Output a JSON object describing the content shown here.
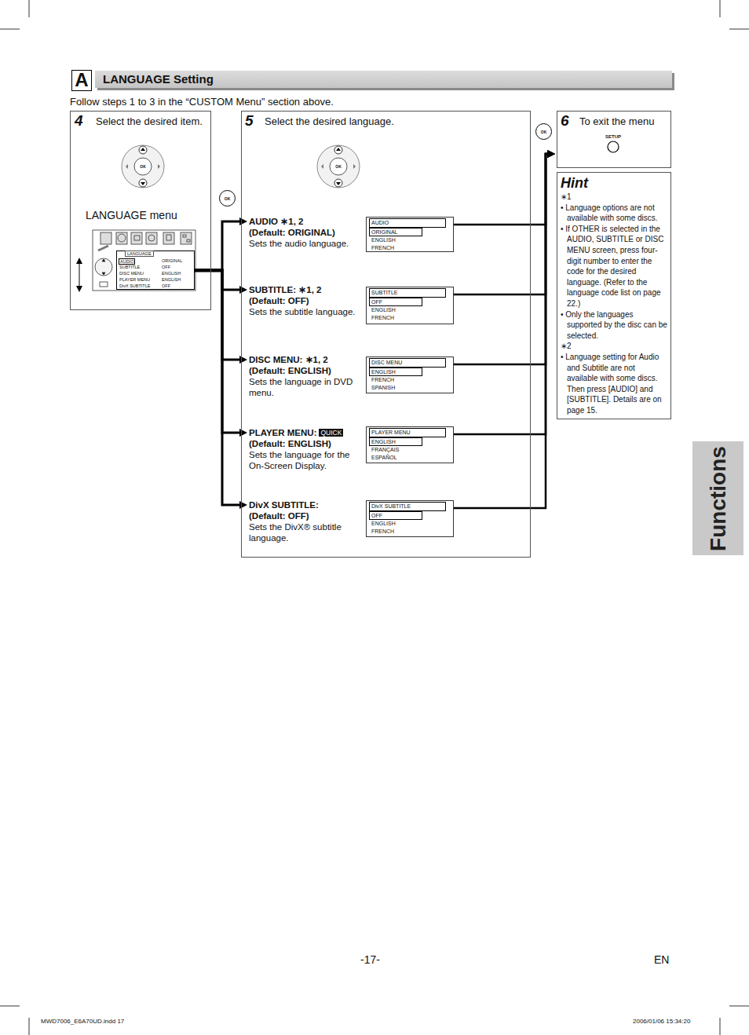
{
  "diagram": {
    "nodes": [
      {
        "text": [
          "A"
        ]
      },
      {
        "text": [
          "LANGUAGE Setting"
        ]
      },
      {
        "text": [
          "4",
          "Select the desired item.",
          "LANGUAGE menu"
        ]
      },
      {
        "text": [
          "LANGUAGE",
          "AUDIO",
          "ORIGINAL",
          "SUBTITLE",
          "OFF",
          "DISC MENU",
          "ENGLISH",
          "PLAYER MENU",
          "ENGLISH",
          "DivX SUBTITLE",
          "OFF"
        ],
        "in": 2
      },
      {
        "text": [
          "OK"
        ]
      },
      {
        "text": [
          "5",
          "Select the desired language."
        ]
      },
      {
        "text": [
          "AUDIO ∗1, 2",
          "(Default: ORIGINAL)",
          "Sets the audio language."
        ],
        "in": 5
      },
      {
        "text": [
          "AUDIO",
          "ORIGINAL",
          "ENGLISH",
          "FRENCH"
        ],
        "in": 5
      },
      {
        "text": [
          "SUBTITLE: ∗1, 2",
          "(Default: OFF)",
          "Sets the subtitle language."
        ],
        "in": 5
      },
      {
        "text": [
          "SUBTITLE",
          "OFF",
          "ENGLISH",
          "FRENCH"
        ],
        "in": 5
      },
      {
        "text": [
          "DISC MENU: ∗1, 2",
          "(Default: ENGLISH)",
          "Sets the language in DVD menu."
        ],
        "in": 5
      },
      {
        "text": [
          "DISC MENU",
          "ENGLISH",
          "FRENCH",
          "SPANISH"
        ],
        "in": 5
      },
      {
        "text": [
          "PLAYER MENU:",
          "QUICK",
          "(Default: ENGLISH)",
          "Sets the language for the On-Screen Display."
        ],
        "in": 5
      },
      {
        "text": [
          "PLAYER MENU",
          "ENGLISH",
          "FRANÇAIS",
          "ESPAÑOL"
        ],
        "in": 5
      },
      {
        "text": [
          "DivX SUBTITLE:",
          "(Default: OFF)",
          "Sets the DivX® subtitle language."
        ],
        "in": 5
      },
      {
        "text": [
          "DivX SUBTITLE",
          "OFF",
          "ENGLISH",
          "FRENCH"
        ],
        "in": 5
      },
      {
        "text": [
          "OK"
        ]
      },
      {
        "text": [
          "6",
          "To exit the menu"
        ]
      },
      {
        "text": [
          "Hint",
          "∗1",
          "• Language options are not available with some discs.",
          "• If OTHER is selected in the AUDIO, SUBTITLE or DISC MENU screen, press four-digit number to enter the code for the desired language. (Refer to the language code list on page 22.)",
          "• Only the languages supported by the disc can be selected.",
          "∗2",
          "• Language setting for Audio and Subtitle are not available with some discs. Then press [AUDIO] and [SUBTITLE]. Details are on page 15."
        ]
      },
      {
        "text": [
          "Functions"
        ]
      }
    ],
    "edges": [
      {
        "from": 3,
        "to": 6,
        "arrow": "to"
      },
      {
        "from": 3,
        "to": 8,
        "arrow": "to"
      },
      {
        "from": 3,
        "to": 10,
        "arrow": "to"
      },
      {
        "from": 3,
        "to": 12,
        "arrow": "to"
      },
      {
        "from": 3,
        "to": 14,
        "arrow": "to"
      },
      {
        "from": 7,
        "to": 17,
        "arrow": "to"
      },
      {
        "from": 9,
        "to": 17,
        "arrow": "to"
      },
      {
        "from": 11,
        "to": 17,
        "arrow": "to"
      },
      {
        "from": 13,
        "to": 17,
        "arrow": "to"
      },
      {
        "from": 15,
        "to": 17,
        "arrow": "to"
      }
    ],
    "labels": [
      "Follow steps 1 to 3 in the “CUSTOM Menu” section above.",
      "OK",
      "OK",
      "SETUP",
      "-17-",
      "EN",
      "MWD7006_E6A70UD.indd   17",
      "2006/01/06   15:34:20"
    ]
  }
}
